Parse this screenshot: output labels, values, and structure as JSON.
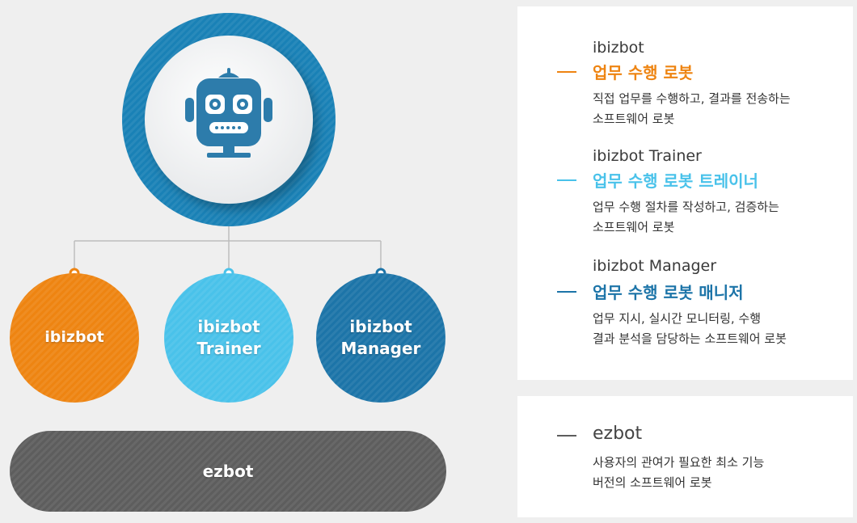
{
  "colors": {
    "orange": "#ee8411",
    "light_blue": "#49c2ea",
    "dark_blue": "#1c74a8",
    "gray": "#5d5d5d",
    "ring_blue": "#1981b6"
  },
  "top_icon": "robot-icon",
  "nodes": {
    "ibizbot": {
      "label_lines": [
        "ibizbot"
      ]
    },
    "trainer": {
      "label_lines": [
        "ibizbot",
        "Trainer"
      ]
    },
    "manager": {
      "label_lines": [
        "ibizbot",
        "Manager"
      ]
    },
    "ezbot": {
      "label_lines": [
        "ezbot"
      ]
    }
  },
  "legend": {
    "ibizbot": {
      "name": "ibizbot",
      "subtitle": "업무 수행 로봇",
      "desc": [
        "직접 업무를 수행하고, 결과를 전송하는",
        "소프트웨어 로봇"
      ]
    },
    "trainer": {
      "name": "ibizbot Trainer",
      "subtitle": "업무 수행 로봇 트레이너",
      "desc": [
        "업무 수행 절차를 작성하고, 검증하는",
        "소프트웨어 로봇"
      ]
    },
    "manager": {
      "name": "ibizbot Manager",
      "subtitle": "업무 수행 로봇 매니저",
      "desc": [
        "업무 지시, 실시간 모니터링, 수행",
        "결과 분석을 담당하는 소프트웨어 로봇"
      ]
    },
    "ezbot": {
      "name": "ezbot",
      "desc": [
        "사용자의 관여가 필요한 최소 기능",
        "버전의 소프트웨어 로봇"
      ]
    }
  }
}
